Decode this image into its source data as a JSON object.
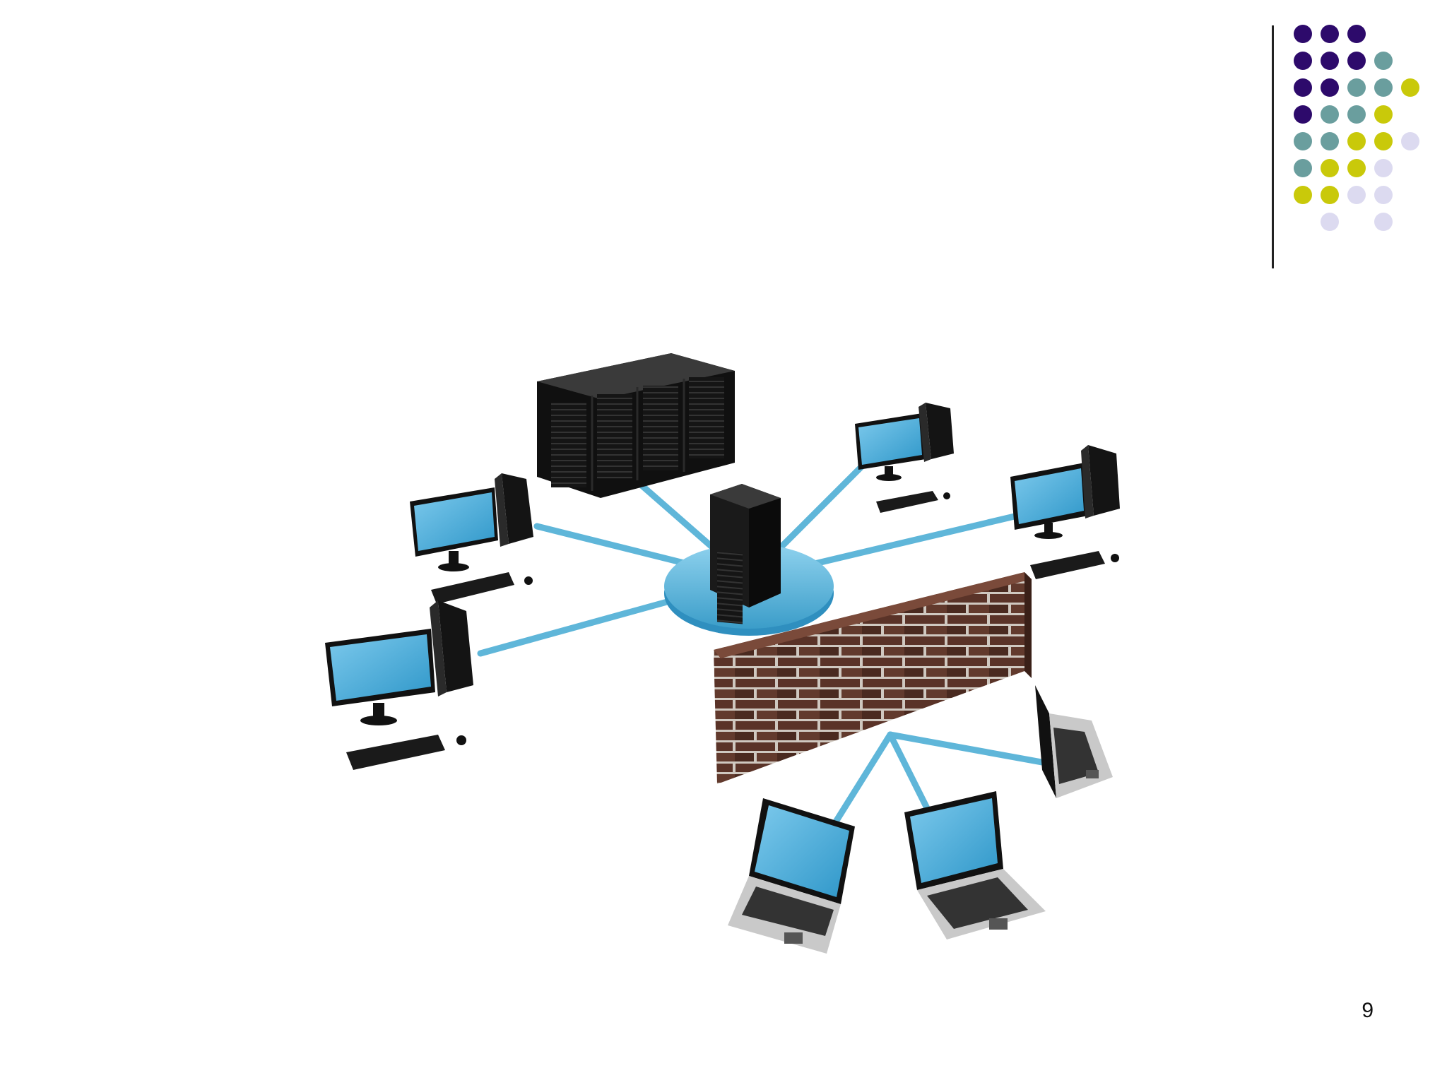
{
  "slide": {
    "page_number": "9"
  },
  "palette": {
    "purple": "#2d0a6b",
    "teal": "#6a9e9e",
    "yellow": "#c9c90a",
    "lavender": "#dcdaf0",
    "cable": "#5fb6d9",
    "screen": "#4fb3e0",
    "brick": "#5a3328",
    "mortar": "#cfc8c0"
  },
  "decoration": {
    "dot_rows": [
      [
        "purple",
        "purple",
        "purple",
        null,
        null
      ],
      [
        "purple",
        "purple",
        "purple",
        "teal",
        null
      ],
      [
        "purple",
        "purple",
        "teal",
        "teal",
        "yellow"
      ],
      [
        "purple",
        "teal",
        "teal",
        "yellow",
        null
      ],
      [
        "teal",
        "teal",
        "yellow",
        "yellow",
        "lavender"
      ],
      [
        "teal",
        "yellow",
        "yellow",
        "lavender",
        null
      ],
      [
        "yellow",
        "yellow",
        "lavender",
        "lavender",
        null
      ],
      [
        null,
        "lavender",
        null,
        "lavender",
        null
      ]
    ]
  },
  "diagram": {
    "hub_icon": "network-hub-icon",
    "server_rack_icon": "server-rack-icon",
    "central_server_icon": "server-tower-icon",
    "firewall_icon": "brick-firewall-icon",
    "desktop_icon": "desktop-computer-icon",
    "laptop_icon": "laptop-icon"
  }
}
